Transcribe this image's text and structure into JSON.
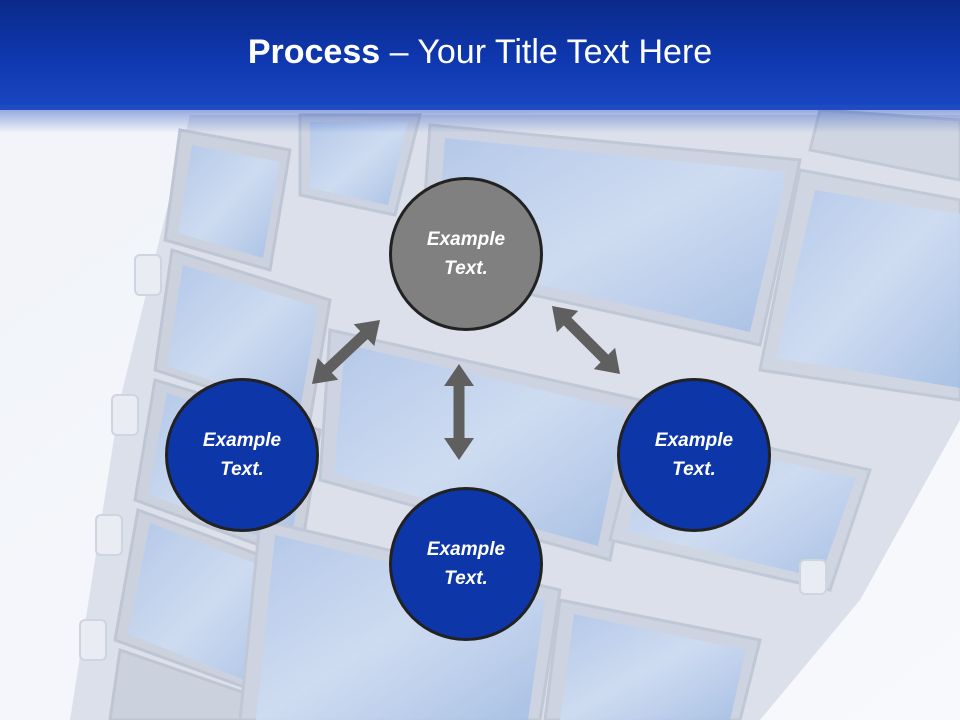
{
  "slide": {
    "title_bold": "Process",
    "title_rest": " – Your Title Text Here"
  },
  "diagram": {
    "nodes": [
      {
        "id": "top",
        "label": "Example Text.",
        "fill": "#808080"
      },
      {
        "id": "left",
        "label": "Example Text.",
        "fill": "#0d36a8"
      },
      {
        "id": "bottom",
        "label": "Example Text.",
        "fill": "#0d36a8"
      },
      {
        "id": "right",
        "label": "Example Text.",
        "fill": "#0d36a8"
      }
    ],
    "edges": [
      {
        "from": "top",
        "to": "left",
        "bidirectional": true
      },
      {
        "from": "top",
        "to": "bottom",
        "bidirectional": true
      },
      {
        "from": "top",
        "to": "right",
        "bidirectional": true
      }
    ],
    "colors": {
      "header": "#0f38b0",
      "arrow": "#5f5f5f",
      "node_border": "#222222"
    }
  }
}
